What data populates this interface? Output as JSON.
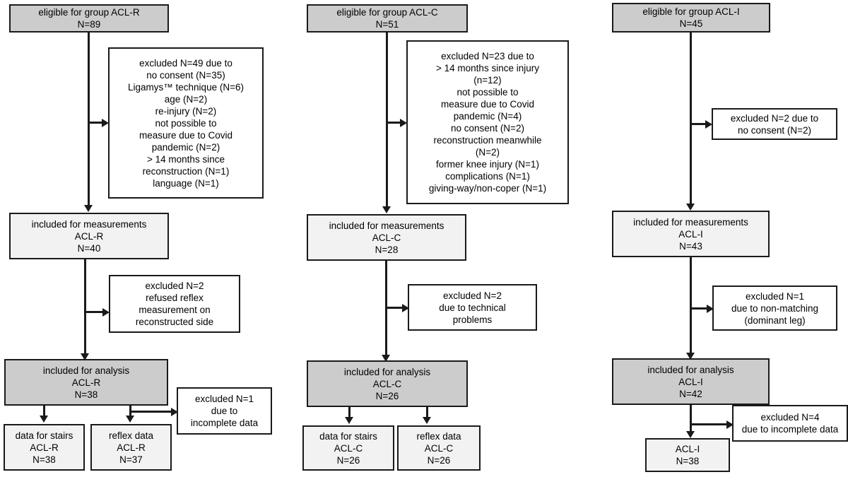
{
  "figure": {
    "type": "flow-diagram",
    "description": "Participant flow diagram for three ACL study groups (ACL-R, ACL-C, ACL-I)",
    "colors": {
      "stroke": "#1a1a1a",
      "fill_dark": "#cccccc",
      "fill_light": "#f2f2f2",
      "fill_white": "#ffffff",
      "text": "#000000"
    }
  },
  "columns": [
    {
      "id": "acl-r",
      "group": "ACL-R",
      "eligible": {
        "label": "eligible for group ACL-R\nN=89",
        "title": "eligible for group ACL-R",
        "n": "N=89"
      },
      "excluded_eligibility": {
        "label": "excluded N=49 due to\nno consent (N=35)\nLigamys™ technique (N=6)\nage (N=2)\nre-injury  (N=2)\nnot possible to\nmeasure due to Covid\npandemic (N=2)\n> 14 months  since\nreconstruction  (N=1)\nlanguage (N=1)",
        "total": "excluded N=49 due to",
        "reasons": [
          "no consent (N=35)",
          "Ligamys™ technique (N=6)",
          "age (N=2)",
          "re-injury  (N=2)",
          "not possible to measure due to Covid pandemic (N=2)",
          "> 14 months  since reconstruction  (N=1)",
          "language (N=1)"
        ]
      },
      "measurements": {
        "label": "included for measurements\nACL-R\nN=40",
        "title": "included for measurements",
        "group": "ACL-R",
        "n": "N=40"
      },
      "excluded_measurements": {
        "label": "excluded N=2\nrefused reflex\nmeasurement on\nreconstructed side",
        "total": "excluded N=2",
        "reason": "refused reflex measurement on reconstructed side"
      },
      "analysis": {
        "label": "included for analysis\nACL-R\nN=38",
        "title": "included for analysis",
        "group": "ACL-R",
        "n": "N=38"
      },
      "excluded_analysis": {
        "label": "excluded N=1\ndue to\nincomplete data",
        "total": "excluded N=1",
        "reason": "due to incomplete data"
      },
      "outputs": [
        {
          "label": "data for stairs\nACL-R\nN=38",
          "title": "data for stairs",
          "group": "ACL-R",
          "n": "N=38"
        },
        {
          "label": "reflex data\nACL-R\nN=37",
          "title": "reflex data",
          "group": "ACL-R",
          "n": "N=37"
        }
      ]
    },
    {
      "id": "acl-c",
      "group": "ACL-C",
      "eligible": {
        "label": "eligible for group ACL-C\nN=51",
        "title": "eligible for group ACL-C",
        "n": "N=51"
      },
      "excluded_eligibility": {
        "label": "excluded N=23 due to\n> 14 months  since injury\n(n=12)\nnot possible to\nmeasure due to Covid\npandemic (N=4)\nno consent (N=2)\nreconstruction  meanwhile\n(N=2)\nformer knee injury (N=1)\ncomplications (N=1)\ngiving-way/non-coper  (N=1)",
        "total": "excluded N=23 due to",
        "reasons": [
          "> 14 months  since injury (n=12)",
          "not possible to measure due to Covid pandemic (N=4)",
          "no consent (N=2)",
          "reconstruction  meanwhile (N=2)",
          "former knee injury (N=1)",
          "complications (N=1)",
          "giving-way/non-coper  (N=1)"
        ]
      },
      "measurements": {
        "label": "included for measurements\nACL-C\nN=28",
        "title": "included for measurements",
        "group": "ACL-C",
        "n": "N=28"
      },
      "excluded_measurements": {
        "label": "excluded N=2\ndue to technical\nproblems",
        "total": "excluded N=2",
        "reason": "due to technical problems"
      },
      "analysis": {
        "label": "included for analysis\nACL-C\nN=26",
        "title": "included for analysis",
        "group": "ACL-C",
        "n": "N=26"
      },
      "outputs": [
        {
          "label": "data for stairs\nACL-C\nN=26",
          "title": "data for stairs",
          "group": "ACL-C",
          "n": "N=26"
        },
        {
          "label": "reflex data\nACL-C\nN=26",
          "title": "reflex data",
          "group": "ACL-C",
          "n": "N=26"
        }
      ]
    },
    {
      "id": "acl-i",
      "group": "ACL-I",
      "eligible": {
        "label": "eligible for group ACL-I\nN=45",
        "title": "eligible for group ACL-I",
        "n": "N=45"
      },
      "excluded_eligibility": {
        "label": "excluded N=2 due to\nno consent (N=2)",
        "total": "excluded N=2 due to",
        "reasons": [
          "no consent (N=2)"
        ]
      },
      "measurements": {
        "label": "included for measurements\nACL-I\nN=43",
        "title": "included for measurements",
        "group": "ACL-I",
        "n": "N=43"
      },
      "excluded_measurements": {
        "label": "excluded N=1\ndue to non-matching\n(dominant leg)",
        "total": "excluded N=1",
        "reason": "due to non-matching (dominant leg)"
      },
      "analysis": {
        "label": "included for analysis\nACL-I\nN=42",
        "title": "included for analysis",
        "group": "ACL-I",
        "n": "N=42"
      },
      "excluded_analysis": {
        "label": "excluded N=4\ndue to incomplete data",
        "total": "excluded N=4",
        "reason": "due to incomplete data"
      },
      "outputs": [
        {
          "label": "ACL-I\nN=38",
          "group": "ACL-I",
          "n": "N=38"
        }
      ]
    }
  ]
}
